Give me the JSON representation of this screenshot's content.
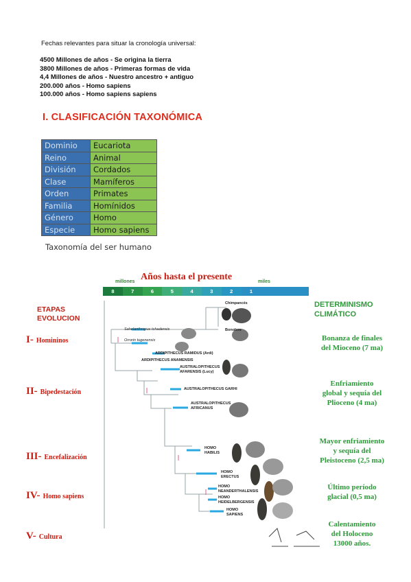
{
  "intro": "Fechas relevantes para situar la cronología universal:",
  "dates": [
    "4500 Millones de años - Se origina la tierra",
    "3800 Millones de años - Primeras formas de vida",
    "4,4 Millones de años - Nuestro ancestro + antiguo",
    "200.000 años - Homo sapiens",
    "100.000 años - Homo sapiens sapiens"
  ],
  "section_title": "I.  CLASIFICACIÓN TAXONÓMICA",
  "taxonomy": [
    {
      "rank": "Dominio",
      "name": "Eucariota"
    },
    {
      "rank": "Reino",
      "name": "Animal"
    },
    {
      "rank": "División",
      "name": "Cordados"
    },
    {
      "rank": "Clase",
      "name": "Mamíferos"
    },
    {
      "rank": "Orden",
      "name": "Primates"
    },
    {
      "rank": "Familia",
      "name": "Homínidos"
    },
    {
      "rank": "Género",
      "name": "Homo"
    },
    {
      "rank": "Especie",
      "name": "Homo sapiens"
    }
  ],
  "table_caption": "Taxonomía del ser humano",
  "figure": {
    "title": "Años hasta el presente",
    "millones_label": "millones",
    "miles_label": "miles",
    "timeline": [
      "8",
      "7",
      "6",
      "5",
      "4",
      "3",
      "2",
      "1"
    ],
    "timeline_colors": [
      "#1c7a3c",
      "#2a9246",
      "#35a451",
      "#3fae78",
      "#3aa9a0",
      "#2fa0b8",
      "#2896c2",
      "#2a8fc4"
    ],
    "etapas_label": [
      "ETAPAS",
      "EVOLUCION"
    ],
    "determinismo_label": [
      "DETERMINISMO",
      "CLIMÁTICO"
    ],
    "stages": [
      {
        "num": "I-",
        "text": "Homininos"
      },
      {
        "num": "II-",
        "text": "Bipedestación"
      },
      {
        "num": "III-",
        "text": "Encefalización"
      },
      {
        "num": "IV-",
        "text": "Homo sapiens"
      },
      {
        "num": "V-",
        "text": "Cultura"
      }
    ],
    "climate": [
      [
        "Bonanza  de finales",
        "del Mioceno (7 ma)"
      ],
      [
        "Enfriamiento",
        "global y sequía del",
        "Plioceno (4 ma)"
      ],
      [
        "Mayor enfriamiento",
        "y sequía del",
        "Pleistoceno (2,5 ma)"
      ],
      [
        "Último período",
        "glacial (0,5 ma)"
      ],
      [
        "Calentamiento",
        "del Holoceno",
        "13000 años."
      ]
    ],
    "taxa": {
      "chimpances": "Chimpancés",
      "bonobos": "Bonobos",
      "sahelanthropus": "Sahelanthropus tchadensis",
      "orrorin": "Orrorin tugenensis",
      "ramidus": "ARDIPITHECUS RAMIDUS (Ardi)",
      "kadabba": "ARDIPITHECUS ANAMENSIS",
      "afarensis": [
        "AUSTRALOPITHECUS",
        "AFARENSIS (Lucy)"
      ],
      "garhi": "AUSTRALOPITHECUS GARHI",
      "africanus": [
        "AUSTRALOPITHECUS",
        "AFRICANUS"
      ],
      "habilis": [
        "HOMO",
        "HABILIS"
      ],
      "erectus": [
        "HOMO",
        "ERECTUS"
      ],
      "neander": [
        "HOMO",
        "NEANDERTHALENSIS"
      ],
      "heidel": [
        "HOMO",
        "HEIDELBERGENSIS"
      ],
      "sapiens": [
        "HOMO",
        "SAPIENS"
      ]
    }
  }
}
